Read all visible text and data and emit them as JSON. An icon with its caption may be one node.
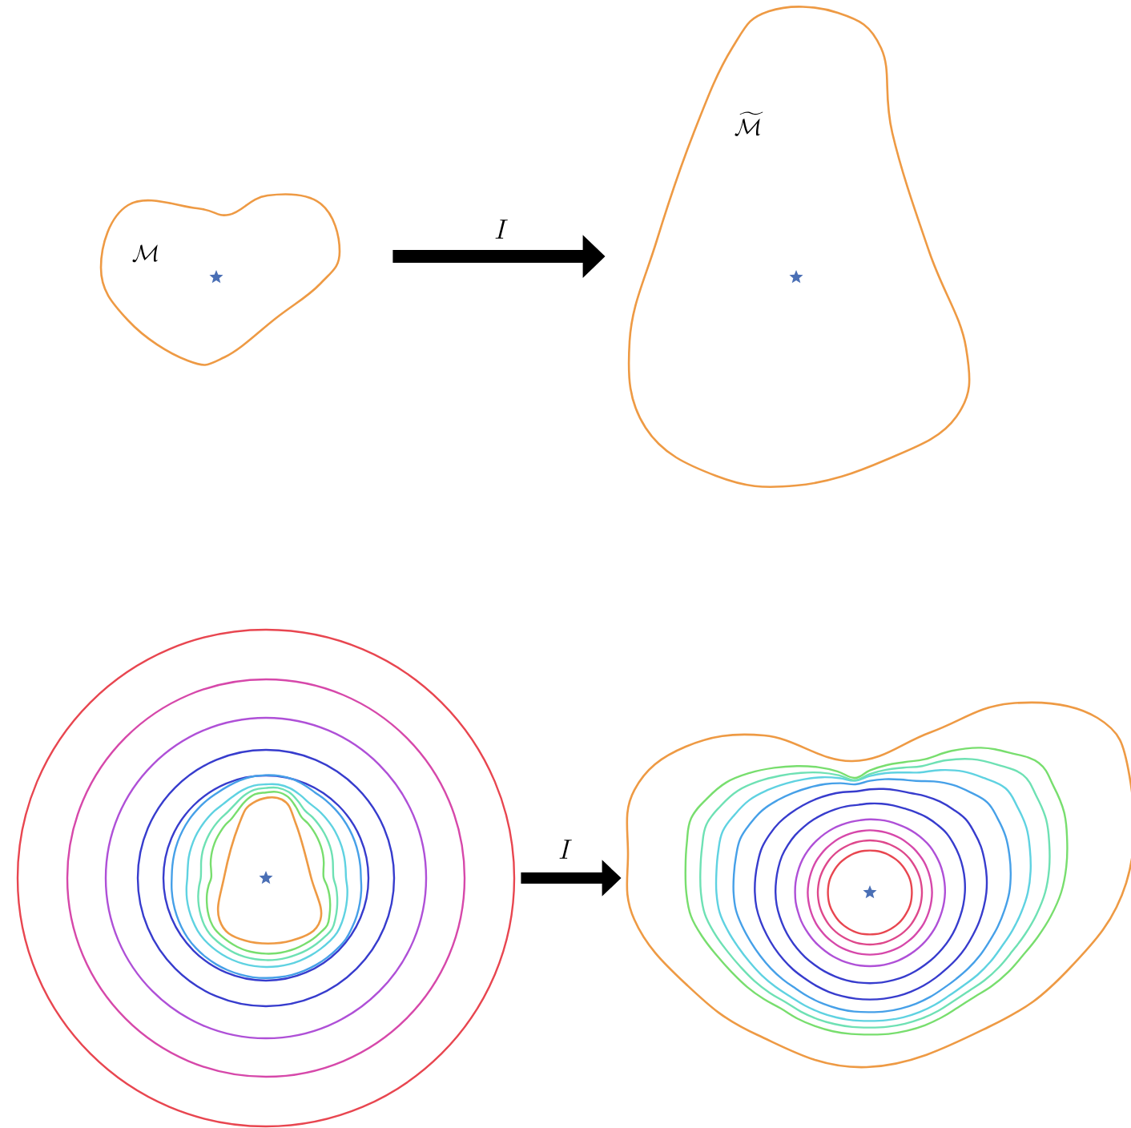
{
  "diagram": {
    "nodes": [
      {
        "text": [
          "\\mathcal{M}"
        ]
      },
      {
        "text": [
          "\\widetilde{\\mathcal{M}}"
        ]
      },
      {
        "text": [],
        "shape": "picture"
      },
      {
        "text": [],
        "shape": "picture"
      }
    ],
    "edges": [
      {
        "from": 0,
        "to": 1,
        "arrow": "to",
        "label": "I"
      },
      {
        "from": 2,
        "to": 3,
        "arrow": "to",
        "label": "I"
      }
    ]
  }
}
